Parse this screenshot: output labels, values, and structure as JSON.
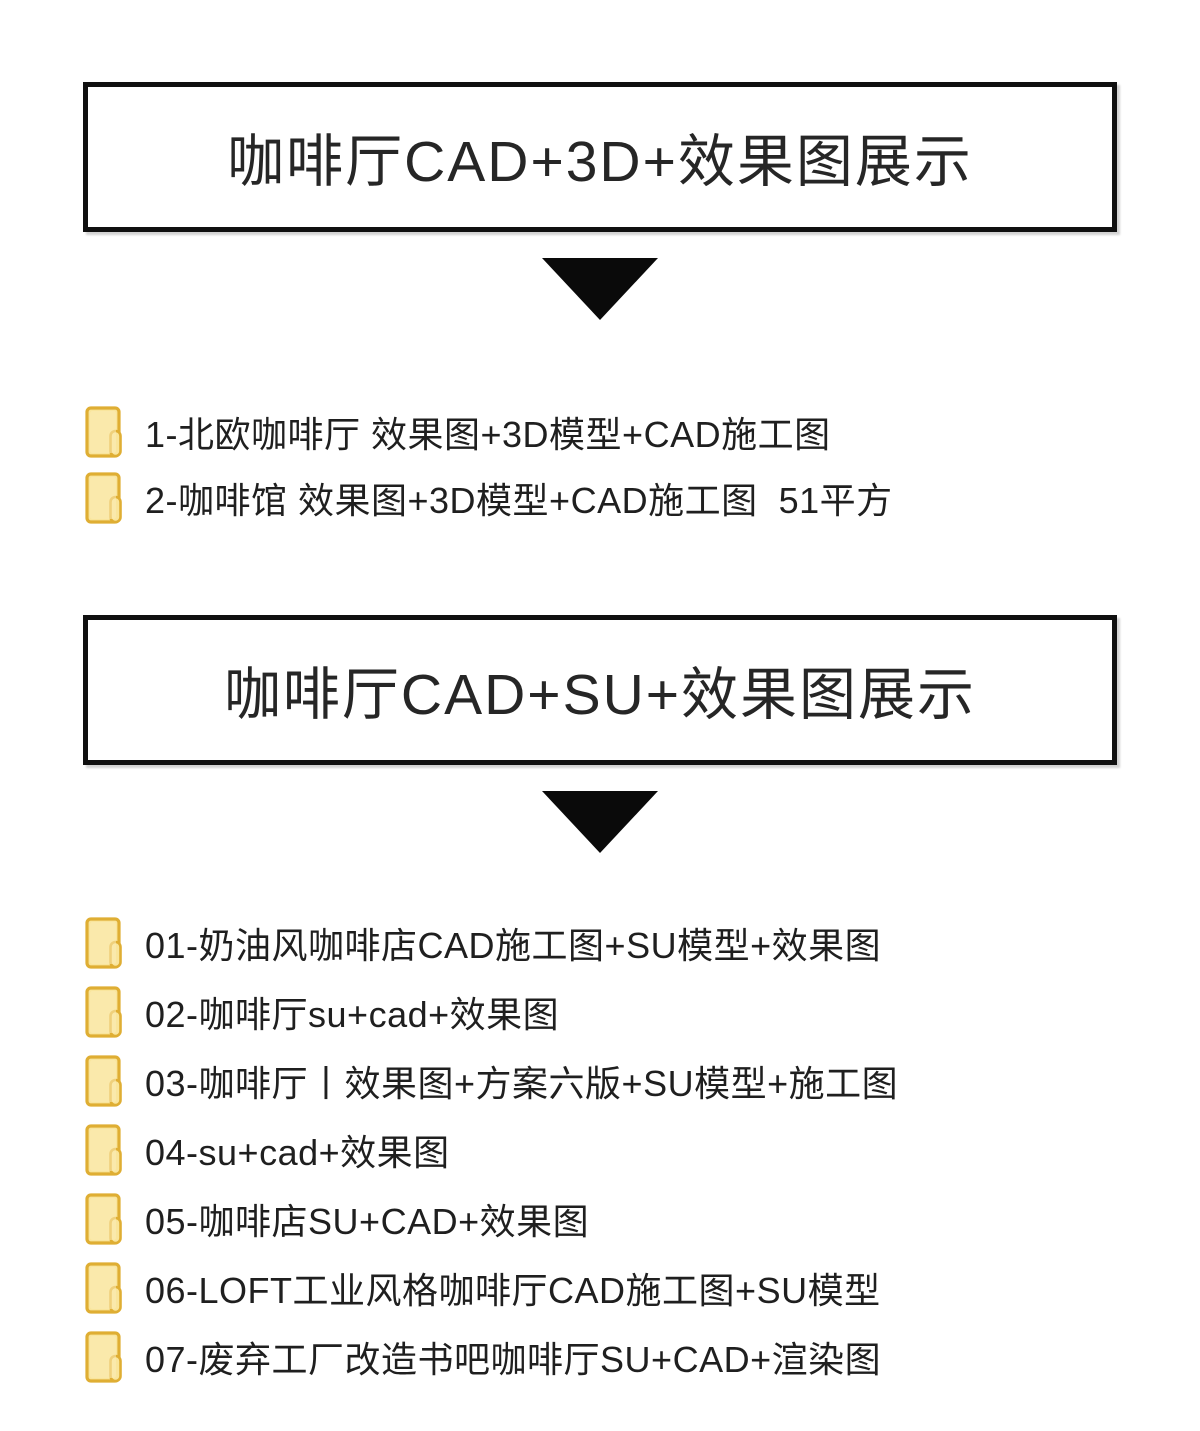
{
  "page": {
    "background": "#ffffff",
    "text_color": "#1f1f1f",
    "banner_border_color": "#101010",
    "arrow_color": "#0a0a0a"
  },
  "folder_icon": {
    "fill": "#F9E59C",
    "stroke": "#DFAE33"
  },
  "sections": [
    {
      "title": "咖啡厅CAD+3D+效果图展示",
      "items": [
        {
          "label": "1-北欧咖啡厅 效果图+3D模型+CAD施工图"
        },
        {
          "label": "2-咖啡馆 效果图+3D模型+CAD施工图  51平方"
        }
      ]
    },
    {
      "title": "咖啡厅CAD+SU+效果图展示",
      "items": [
        {
          "label": "01-奶油风咖啡店CAD施工图+SU模型+效果图"
        },
        {
          "label": "02-咖啡厅su+cad+效果图"
        },
        {
          "label": "03-咖啡厅丨效果图+方案六版+SU模型+施工图"
        },
        {
          "label": "04-su+cad+效果图"
        },
        {
          "label": "05-咖啡店SU+CAD+效果图"
        },
        {
          "label": "06-LOFT工业风格咖啡厅CAD施工图+SU模型"
        },
        {
          "label": "07-废弃工厂改造书吧咖啡厅SU+CAD+渲染图"
        }
      ]
    }
  ]
}
